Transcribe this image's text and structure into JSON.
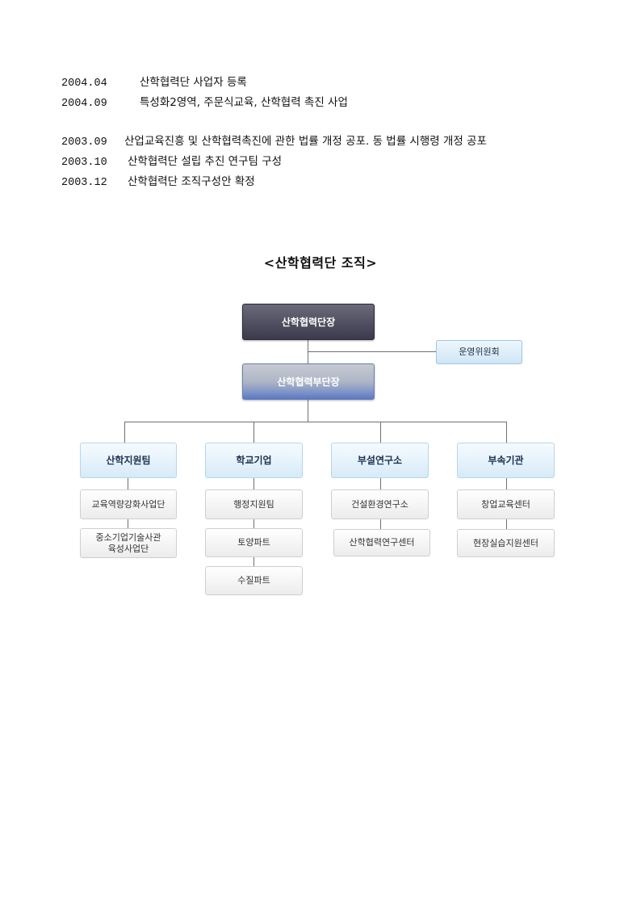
{
  "timeline": [
    {
      "date": "2004.04",
      "text": "산학협력단 사업자 등록"
    },
    {
      "date": "2004.09",
      "text": "특성화2영역, 주문식교육, 산학협력 촉진 사업"
    },
    {
      "date": "2003.09",
      "text": "산업교육진흥 및 산학협력촉진에 관한 법률 개정 공포. 동 법률 시행령 개정 공포"
    },
    {
      "date": "2003.10",
      "text": "산학협력단 설립 추진 연구팀 구성"
    },
    {
      "date": "2003.12",
      "text": "산학협력단 조직구성안 확정"
    }
  ],
  "org_chart": {
    "title": "<산학협력단 조직>",
    "head": "산학협력단장",
    "committee": "운영위원회",
    "deputy": "산학협력부단장",
    "teams": [
      {
        "name": "산학지원팀",
        "units": [
          "교육역량강화사업단",
          "중소기업기술사관\n육성사업단"
        ]
      },
      {
        "name": "학교기업",
        "units": [
          "행정지원팀",
          "토양파트",
          "수질파트"
        ]
      },
      {
        "name": "부설연구소",
        "units": [
          "건설환경연구소",
          "산학협력연구센터"
        ]
      },
      {
        "name": "부속기관",
        "units": [
          "창업교육센터",
          "현장실습지원센터"
        ]
      }
    ]
  }
}
